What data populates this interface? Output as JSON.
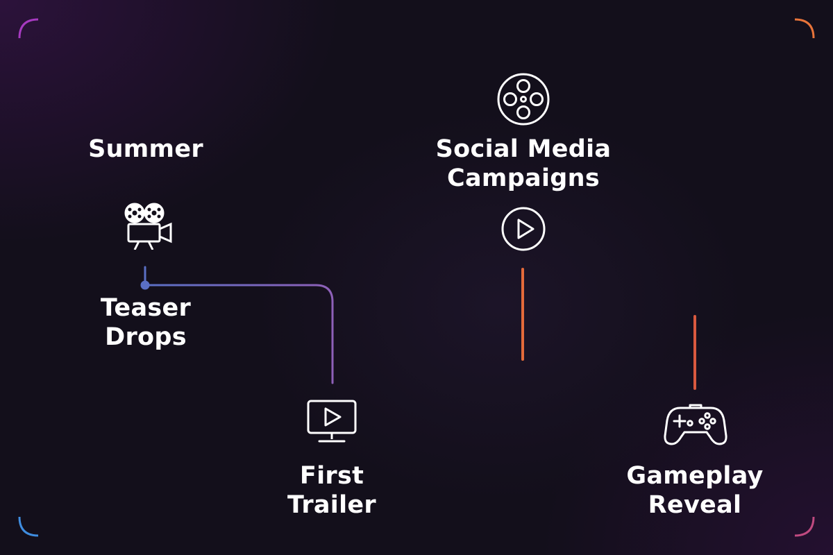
{
  "season_label": "Summer",
  "milestones": [
    {
      "id": "teaser",
      "line1": "Teaser",
      "line2": "Drops",
      "icon": "film-camera-icon"
    },
    {
      "id": "trailer",
      "line1": "First",
      "line2": "Trailer",
      "icon": "monitor-play-icon"
    },
    {
      "id": "social",
      "line1": "Social Media",
      "line2": "Campaigns",
      "icons": [
        "film-reel-icon",
        "play-circle-icon"
      ]
    },
    {
      "id": "gameplay",
      "line1": "Gameplay",
      "line2": "Reveal",
      "icon": "gamepad-icon"
    }
  ],
  "colors": {
    "background": "#130f1b",
    "text": "#ffffff",
    "frame_purple": "#b23ab8",
    "frame_orange": "#e8743a",
    "frame_blue": "#3f8de0",
    "connector_blue": "#5a6fc4",
    "connector_orange": "#e46a3a"
  }
}
